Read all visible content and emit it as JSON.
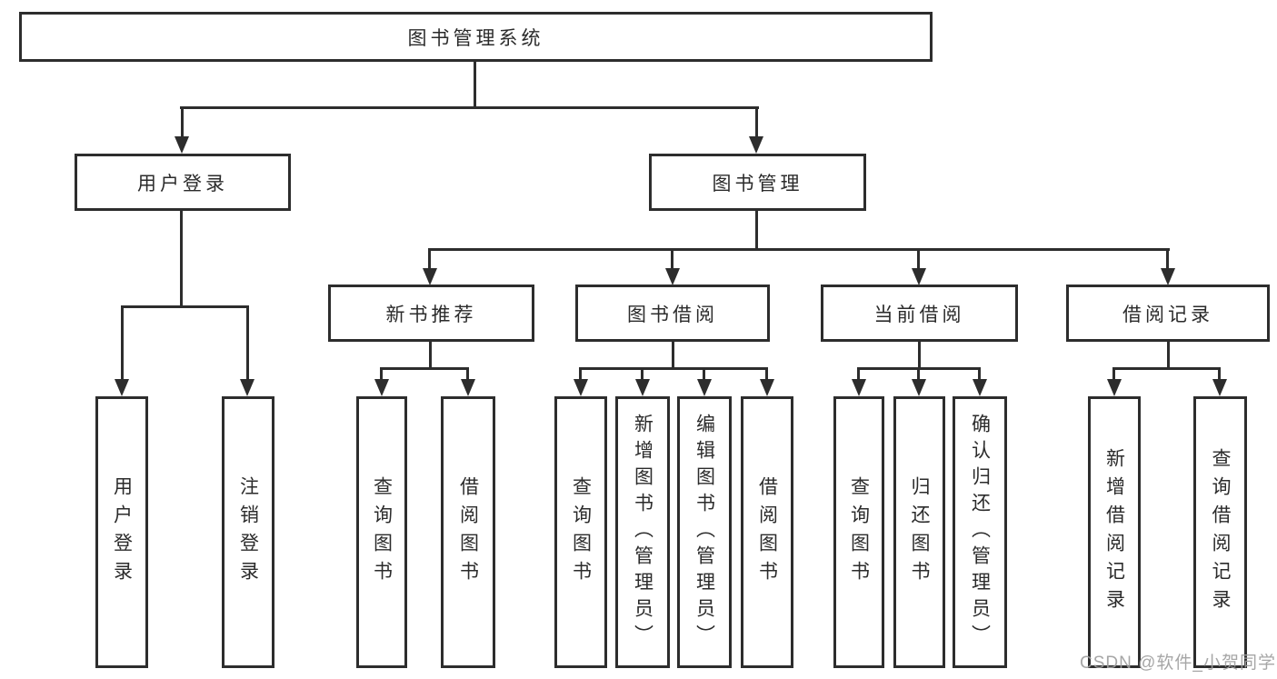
{
  "diagram": {
    "root": "图书管理系统",
    "level1": [
      "用户登录",
      "图书管理"
    ],
    "level2": [
      "新书推荐",
      "图书借阅",
      "当前借阅",
      "借阅记录"
    ],
    "leaves": {
      "login": [
        "用户登录",
        "注销登录"
      ],
      "recommend": [
        "查询图书",
        "借阅图书"
      ],
      "borrow": [
        "查询图书",
        "新增图书（管理员）",
        "编辑图书（管理员）",
        "借阅图书"
      ],
      "current": [
        "查询图书",
        "归还图书",
        "确认归还（管理员）"
      ],
      "record": [
        "新增借阅记录",
        "查询借阅记录"
      ]
    }
  },
  "colors": {
    "line": "#2d2d2d",
    "watermark": "#9e9e9e"
  },
  "watermark": {
    "text": "CSDN @软件_小贺同学"
  }
}
